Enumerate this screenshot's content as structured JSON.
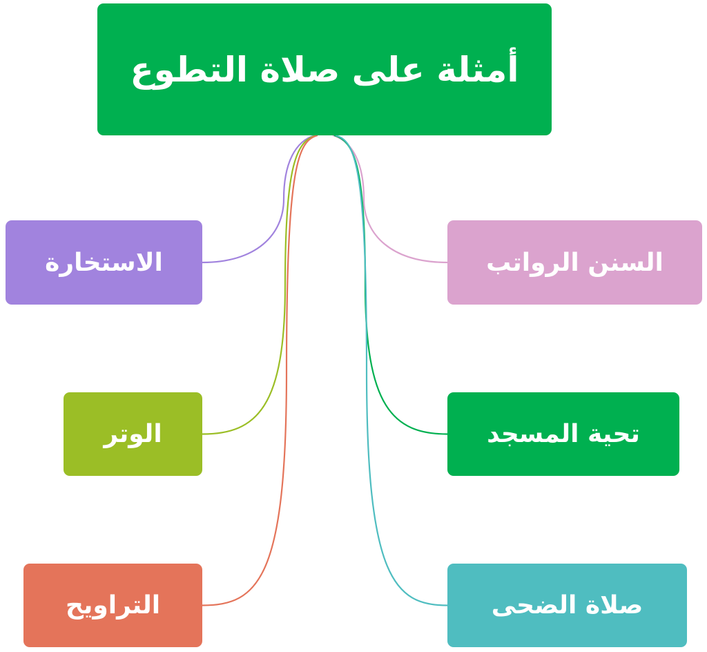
{
  "root": {
    "label": "أمثلة على صلاة التطوع",
    "color": "#00B050"
  },
  "branches": [
    {
      "id": "sunan",
      "label": "السنن الرواتب",
      "color": "#DBA3CE",
      "side": "right"
    },
    {
      "id": "tahiyya",
      "label": "تحية المسجد",
      "color": "#00B050",
      "side": "right"
    },
    {
      "id": "duha",
      "label": "صلاة الضحى",
      "color": "#4FBDC0",
      "side": "right"
    },
    {
      "id": "istikhara",
      "label": "الاستخارة",
      "color": "#A183DE",
      "side": "left"
    },
    {
      "id": "witr",
      "label": "الوتر",
      "color": "#9BBE26",
      "side": "left"
    },
    {
      "id": "tarawih",
      "label": "التراويح",
      "color": "#E4745A",
      "side": "left"
    }
  ]
}
